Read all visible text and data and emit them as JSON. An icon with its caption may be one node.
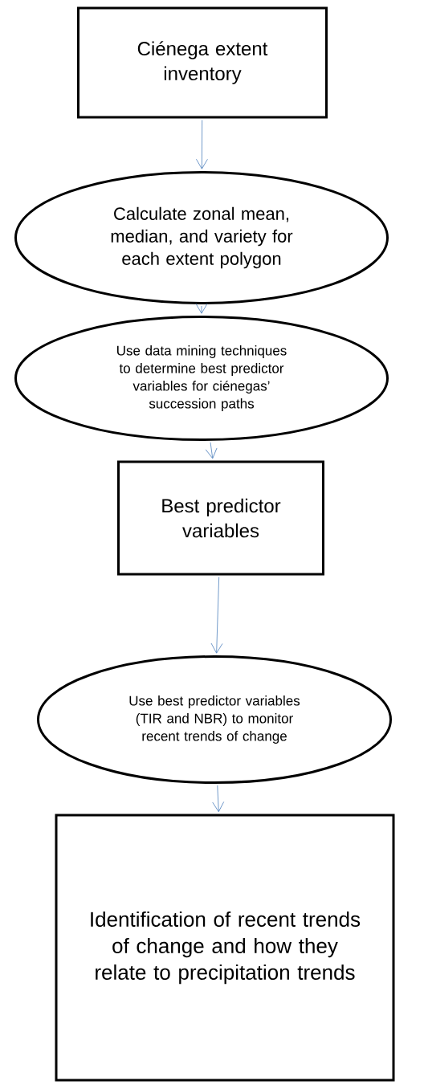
{
  "diagram": {
    "nodes": [
      {
        "text": [
          "Ciénega extent inventory"
        ]
      },
      {
        "text": [
          "Calculate zonal mean, median, and variety for each extent polygon"
        ]
      },
      {
        "text": [
          "Use data mining techniques to determine best predictor variables for ciénegas’ succession paths"
        ]
      },
      {
        "text": [
          "Best predictor variables"
        ]
      },
      {
        "text": [
          "Use best predictor variables (TIR and NBR) to monitor recent trends of change"
        ]
      },
      {
        "text": [
          "Identification of recent trends of change and how they relate to precipitation trends"
        ]
      }
    ],
    "edges": [
      {
        "from": 0,
        "to": 1,
        "arrow": "to"
      },
      {
        "from": 1,
        "to": 2,
        "arrow": "to"
      },
      {
        "from": 2,
        "to": 3,
        "arrow": "to"
      },
      {
        "from": 3,
        "to": 4,
        "arrow": "to"
      },
      {
        "from": 4,
        "to": 5,
        "arrow": "to"
      }
    ]
  }
}
